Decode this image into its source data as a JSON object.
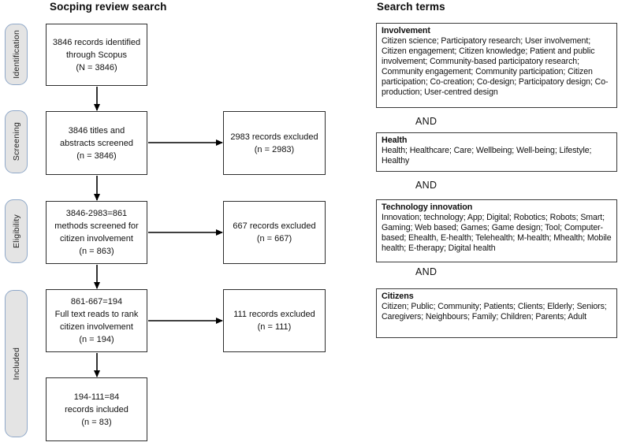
{
  "colors": {
    "stage_pill_fill": "#e4e4e4",
    "stage_pill_border": "#8fa8c8",
    "box_border": "#2e2e2e",
    "text": "#111111",
    "background": "#ffffff"
  },
  "flowchart": {
    "title": "Socping review search",
    "stages": [
      "Identification",
      "Screening",
      "Eligibility",
      "Included"
    ],
    "boxes": [
      {
        "lines": [
          "3846 records identified",
          "through Scopus",
          "(N = 3846)"
        ]
      },
      {
        "lines": [
          "3846 titles and",
          "abstracts screened",
          "(n = 3846)"
        ]
      },
      {
        "lines": [
          "3846-2983=861",
          "methods screened for",
          "citizen involvement",
          "(n = 863)"
        ]
      },
      {
        "lines": [
          "861-667=194",
          "Full text reads to rank",
          "citizen involvement",
          "(n = 194)"
        ]
      },
      {
        "lines": [
          "194-111=84",
          "records included",
          "(n = 83)"
        ]
      }
    ],
    "excluded": [
      {
        "lines": [
          "2983 records excluded",
          "(n = 2983)"
        ]
      },
      {
        "lines": [
          "667 records excluded",
          "(n = 667)"
        ]
      },
      {
        "lines": [
          "111 records excluded",
          "(n = 111)"
        ]
      }
    ]
  },
  "search_terms": {
    "title": "Search terms",
    "operator": "AND",
    "groups": [
      {
        "heading": "Involvement",
        "terms": "Citizen science; Participatory research; User involvement; Citizen engagement; Citizen knowledge; Patient and public involvement; Community-based participatory research; Community engagement; Community participation; Citizen participation; Co-creation; Co-design; Participatory design; Co-production; User-centred design"
      },
      {
        "heading": "Health",
        "terms": "Health; Healthcare; Care; Wellbeing; Well-being; Lifestyle; Healthy"
      },
      {
        "heading": "Technology innovation",
        "terms": "Innovation; technology; App; Digital; Robotics; Robots; Smart; Gaming; Web based; Games; Game design; Tool; Computer-based; Ehealth, E-health; Telehealth; M-health; Mhealth; Mobile health; E-therapy; Digital health"
      },
      {
        "heading": "Citizens",
        "terms": "Citizen; Public; Community; Patients; Clients; Elderly; Seniors; Caregivers; Neighbours; Family; Children; Parents; Adult"
      }
    ]
  }
}
